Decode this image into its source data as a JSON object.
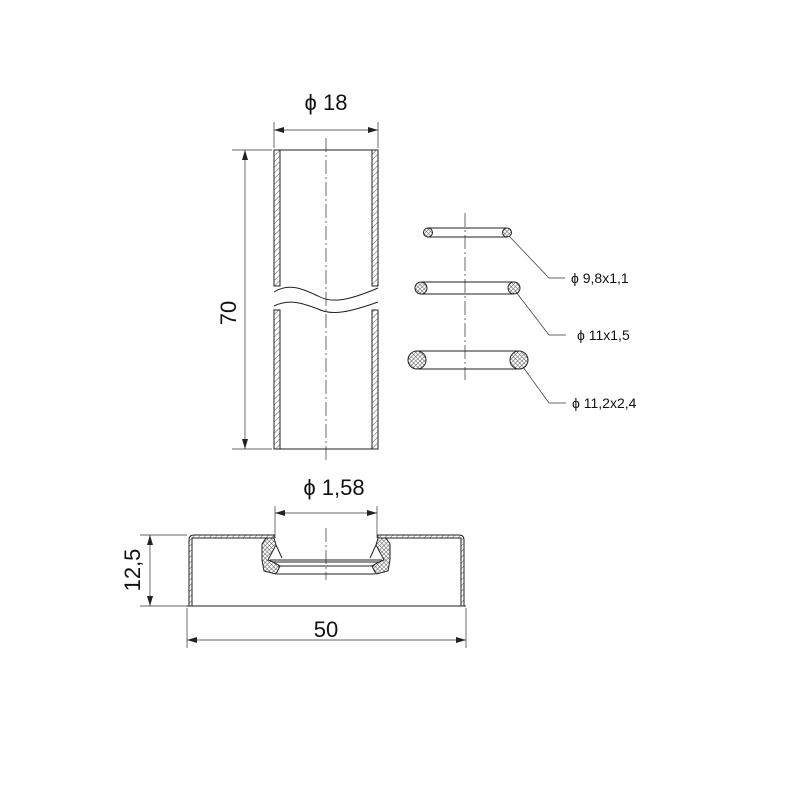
{
  "tube": {
    "diameter_label": "ϕ 18",
    "length_label": "70"
  },
  "o_rings": [
    {
      "label": "ϕ 9,8x1,1"
    },
    {
      "label": "ϕ 11x1,5"
    },
    {
      "label": "ϕ 11,2x2,4"
    }
  ],
  "cap": {
    "inner_diameter_label": "ϕ 1,58",
    "height_label": "12,5",
    "width_label": "50"
  },
  "colors": {
    "line": "#222222",
    "background": "#ffffff"
  }
}
